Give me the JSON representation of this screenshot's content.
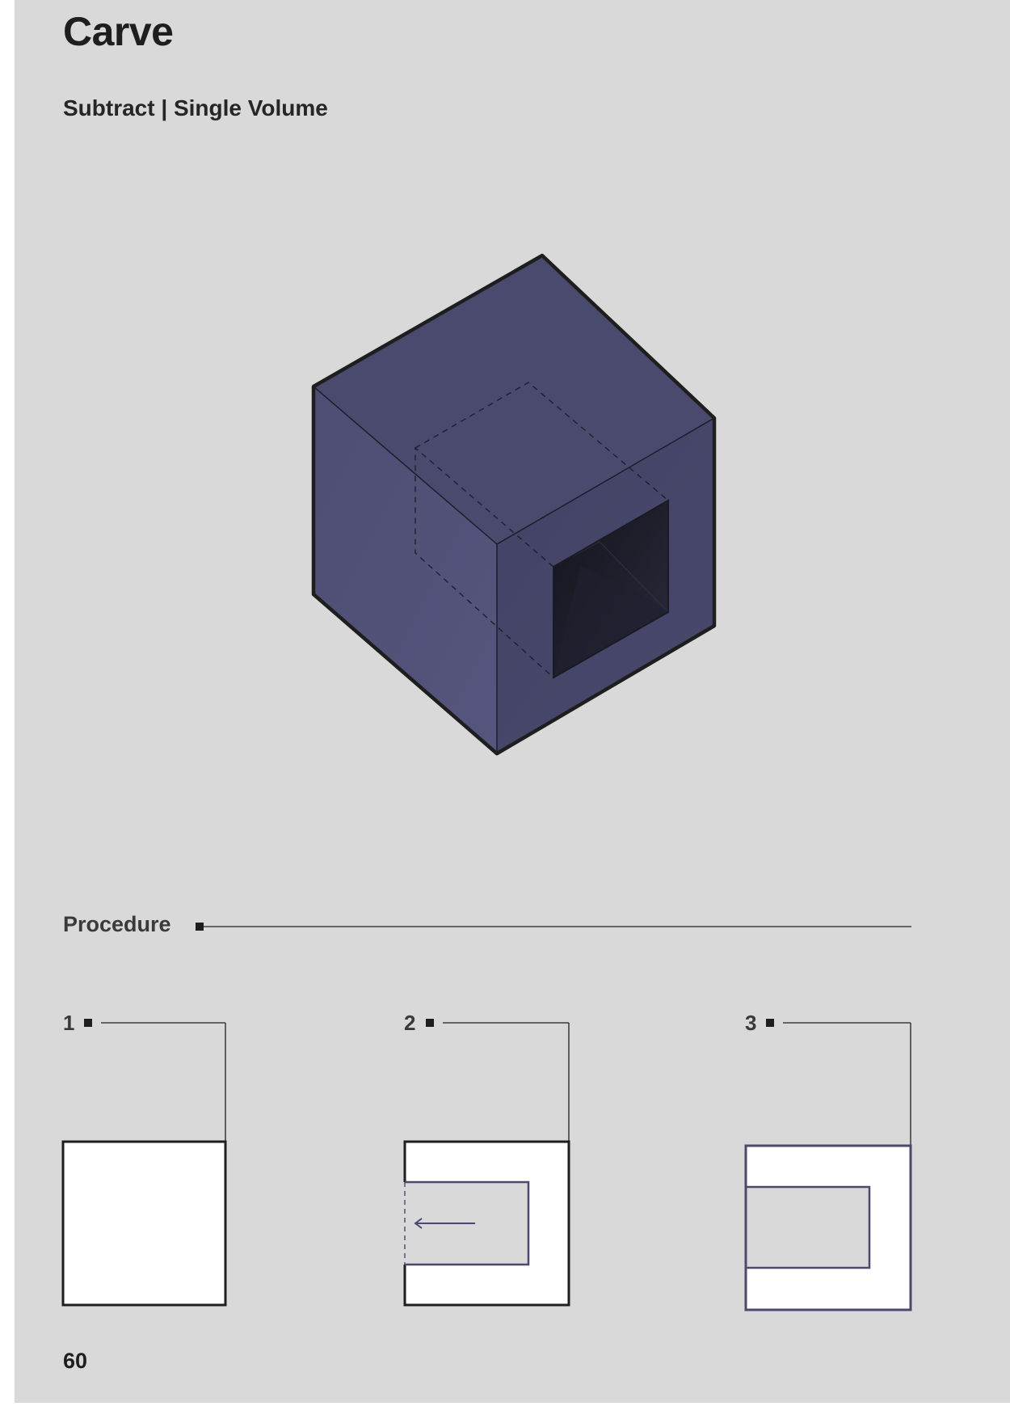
{
  "header": {
    "title": "Carve",
    "subtitle": "Subtract | Single Volume"
  },
  "procedure": {
    "label": "Procedure",
    "steps": [
      {
        "number": "1"
      },
      {
        "number": "2"
      },
      {
        "number": "3"
      }
    ]
  },
  "footer": {
    "page_number": "60"
  },
  "colors": {
    "page_background": "#d9d9d9",
    "volume_top": "#4a4a6e",
    "volume_left": "#505078",
    "volume_right": "#45456a",
    "void_interior": "#1c1c28",
    "outline": "#1e1e1e",
    "accent_line": "#4a4a6e"
  }
}
